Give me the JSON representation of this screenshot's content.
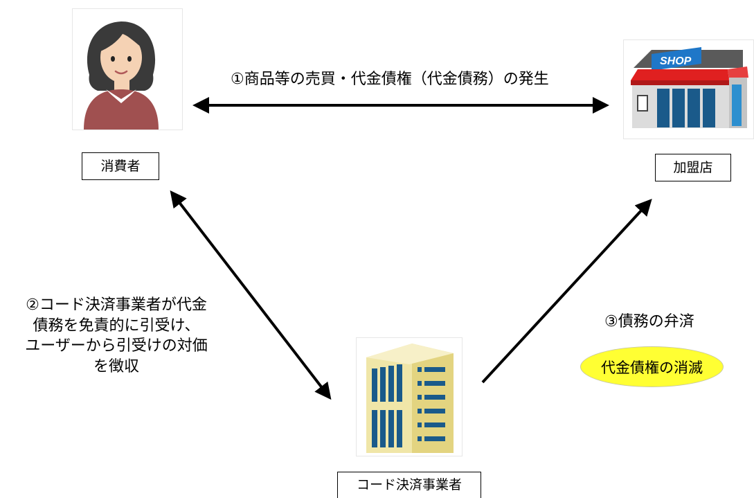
{
  "nodes": {
    "consumer_label": "消費者",
    "shop_label": "加盟店",
    "company_label": "コード決済事業者",
    "shop_sign": "SHOP"
  },
  "flows": {
    "step1": "①商品等の売買・代金債権（代金債務）の発生",
    "step2_lines": [
      "②コード決済事業者が代金",
      "債務を免責的に引受け、",
      "ユーザーから引受けの対価",
      "を徴収"
    ],
    "step3": "③債務の弁済",
    "extinction": "代金債権の消滅"
  },
  "colors": {
    "arrow": "#000000",
    "extinction_fill": "#ffff33",
    "person_hair": "#3a3a3a",
    "person_skin": "#f5d2b4",
    "person_dress": "#a05050",
    "shop_roof": "#5a5a5a",
    "shop_sign": "#1f77c8",
    "shop_awning": "#e02020",
    "shop_window": "#1a5a8a",
    "building_wall": "#f0e6a8",
    "building_window": "#1a5a8a"
  },
  "icons": {
    "consumer": "woman-avatar-icon",
    "shop": "shop-storefront-icon",
    "company": "office-building-icon"
  }
}
